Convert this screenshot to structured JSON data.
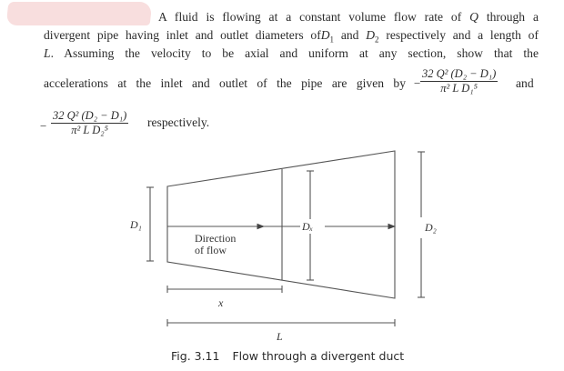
{
  "problem": {
    "line1": "A fluid is flowing at a constant volume flow rate of",
    "line1_var": "Q",
    "line1_end": "through a",
    "line2_a": "divergent pipe having inlet and outlet diameters of",
    "line2_d1": "D",
    "line2_d1_sub": "1",
    "line2_and": "and",
    "line2_d2": "D",
    "line2_d2_sub": "2",
    "line2_end": "respectively and a length of",
    "line3_var": "L",
    "line3_text": ". Assuming the velocity to be axial and uniform at any section, show that the",
    "line4_text": "accelerations at the inlet and outlet of the pipe are given by",
    "formula_inlet": {
      "sign": "−",
      "numerator": "32 Q² (D₂ − D₁)",
      "denominator": "π² L D₁⁵"
    },
    "and_label": "and",
    "formula_outlet": {
      "sign": "−",
      "numerator": "32 Q² (D₂ − D₁)",
      "denominator": "π² L D₂⁵"
    },
    "respectively_label": "respectively."
  },
  "figure": {
    "labels": {
      "d1": "D₁",
      "dx": "Dₓ",
      "d2": "D₂",
      "direction_line1": "Direction",
      "direction_line2": "of flow",
      "x": "x",
      "L": "L"
    },
    "caption_number": "Fig. 3.11",
    "caption_text": "Flow through a divergent duct",
    "line_color": "#555555"
  }
}
